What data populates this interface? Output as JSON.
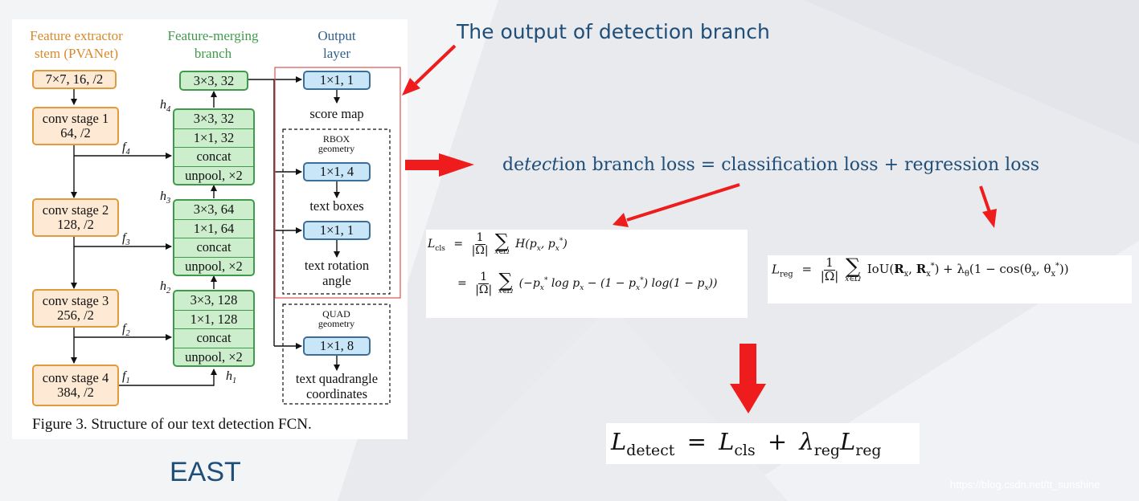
{
  "page": {
    "watermark": "https://blog.csdn.net/tt_sunshine"
  },
  "labels": {
    "output_title": "The output of detection branch",
    "east": "EAST",
    "loss_eq": {
      "de": "de",
      "tect": "tect",
      "rest": "ion branch loss = classification loss + regression loss"
    }
  },
  "figure": {
    "caption": "Figure 3. Structure of our text detection FCN.",
    "headers": {
      "extractor": [
        "Feature extractor",
        "stem (PVANet)"
      ],
      "merging": [
        "Feature-merging",
        "branch"
      ],
      "output": [
        "Output",
        "layer"
      ]
    },
    "stem": [
      "7×7, 16, /2",
      "conv stage 1",
      "64, /2",
      "conv stage 2",
      "128, /2",
      "conv stage 3",
      "256, /2",
      "conv stage 4",
      "384, /2"
    ],
    "merge": {
      "top": "3×3, 32",
      "s4": [
        "3×3, 32",
        "1×1, 32",
        "concat",
        "unpool, ×2"
      ],
      "s3": [
        "3×3, 64",
        "1×1, 64",
        "concat",
        "unpool, ×2"
      ],
      "s2": [
        "3×3, 128",
        "1×1, 128",
        "concat",
        "unpool, ×2"
      ]
    },
    "fh_labels": {
      "f4": "f",
      "f3": "f",
      "f2": "f",
      "f1": "f",
      "h4": "h",
      "h3": "h",
      "h2": "h",
      "h1": "h",
      "i4": "4",
      "i3": "3",
      "i2": "2",
      "i1": "1"
    },
    "output": {
      "score": "1×1, 1",
      "score_label": "score map",
      "rbox_title": [
        "RBOX",
        "geometry"
      ],
      "boxes": "1×1, 4",
      "boxes_label": "text boxes",
      "rot": "1×1, 1",
      "rot_label": [
        "text rotation",
        "angle"
      ],
      "quad_title": [
        "QUAD",
        "geometry"
      ],
      "quad": "1×1, 8",
      "quad_label": [
        "text quadrangle",
        "coordinates"
      ]
    }
  },
  "formulas": {
    "lcls_name": "cls",
    "lreg_name": "reg",
    "ldetect_name": "detect",
    "omega_frac": "|Ω|",
    "sum_limit": "x∈Ω",
    "cls_line1": "H(p<sub>x</sub>, p<sub>x</sub><sup>*</sup>)",
    "cls_line2": "(−p<sub>x</sub><sup>*</sup> log p<sub>x</sub> − (1 − p<sub>x</sub><sup>*</sup>) log(1 − p<sub>x</sub>))",
    "reg_body": "IoU(<b>R</b><sub>x</sub>, <b>R</b><sub>x</sub><sup>*</sup>) + λ<sub>θ</sub>(1 − cos(θ<sub>x</sub>, θ<sub>x</sub><sup>*</sup>))"
  },
  "colors": {
    "arrow": "#ee1c1c",
    "title_text": "#1f4e79",
    "orange": "#e39a3c",
    "green": "#3f9a4a",
    "blue": "#3c6e9a"
  }
}
